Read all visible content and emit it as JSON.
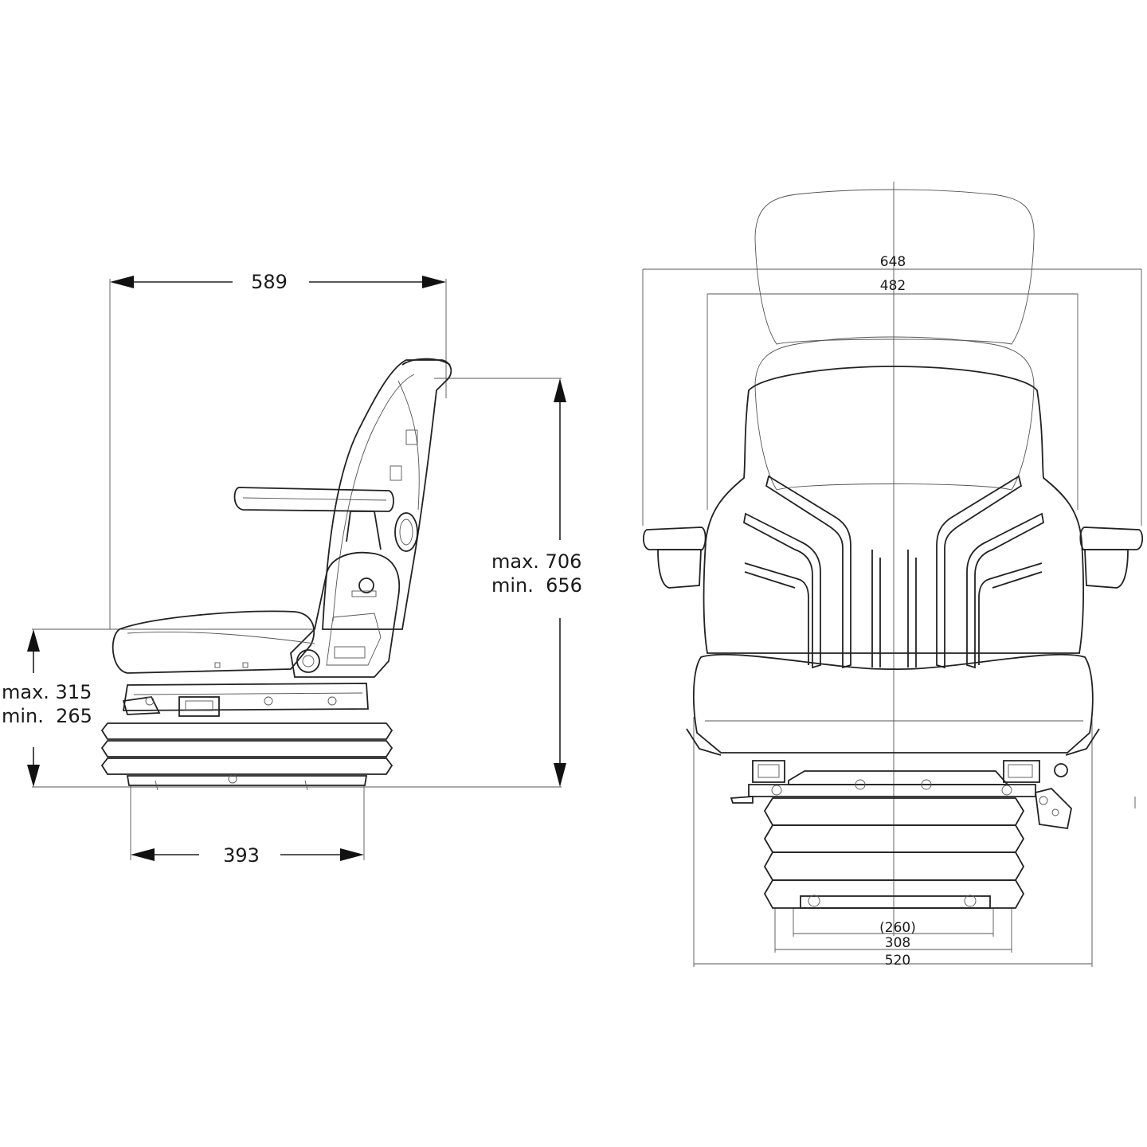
{
  "side_view": {
    "depth_dim": "589",
    "base_length_dim": "393",
    "height_max": "max. 706",
    "height_min": "min.  656",
    "seat_height_max": "max. 315",
    "seat_height_min": "min.  265"
  },
  "front_view": {
    "armrest_width_dim": "648",
    "backrest_width_dim": "482",
    "cushion_width_dim": "520",
    "base_width_dim": "308",
    "bolt_spacing_dim": "(260)"
  },
  "colors": {
    "line": "#222222",
    "background": "#ffffff"
  }
}
